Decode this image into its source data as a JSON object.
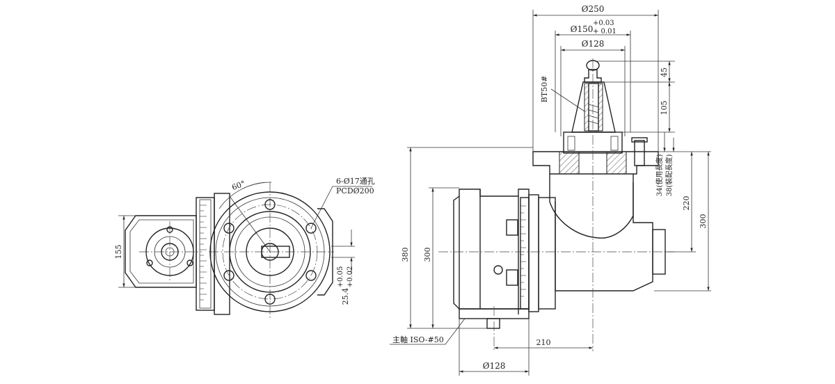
{
  "dimensions": {
    "d250": "Ø250",
    "d150_base": "Ø150",
    "d150_upper": "+0.03",
    "d150_lower": "+ 0.01",
    "d128_top": "Ø128",
    "bt50": "BT50#",
    "h45": "45",
    "h105": "105",
    "use_length": "34(使用長度)",
    "fit_length": "38(裝配長度)",
    "h220": "220",
    "h300_right": "300",
    "h380": "380",
    "h300_left": "300",
    "spindle": "主軸 ISO-#50",
    "w210": "210",
    "d128_bottom": "Ø128",
    "holes": "6-Ø17通孔",
    "pcd": "PCDØ200",
    "angle60": "60°",
    "h155": "155",
    "key_base": "25.4",
    "key_upper": "+0.05",
    "key_lower": "+0.02"
  }
}
